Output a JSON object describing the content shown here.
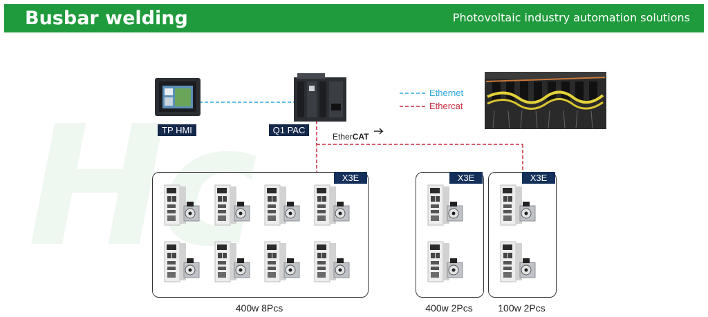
{
  "header": {
    "title": "Busbar welding",
    "subtitle": "Photovoltaic industry automation solutions"
  },
  "devices": {
    "hmi_label": "TP HMI",
    "pac_label": "Q1 PAC"
  },
  "legend": {
    "ethernet": "Ethernet",
    "ethercat": "Ethercat",
    "ethernet_color": "#2aa8dc",
    "ethercat_color": "#c8283c"
  },
  "bus_label": {
    "prefix": "Ether",
    "suffix": "CAT"
  },
  "groups": [
    {
      "tag": "X3E",
      "caption": "400w 8Pcs"
    },
    {
      "tag": "X3E",
      "caption": "400w 2Pcs"
    },
    {
      "tag": "X3E",
      "caption": "100w 2Pcs"
    }
  ]
}
